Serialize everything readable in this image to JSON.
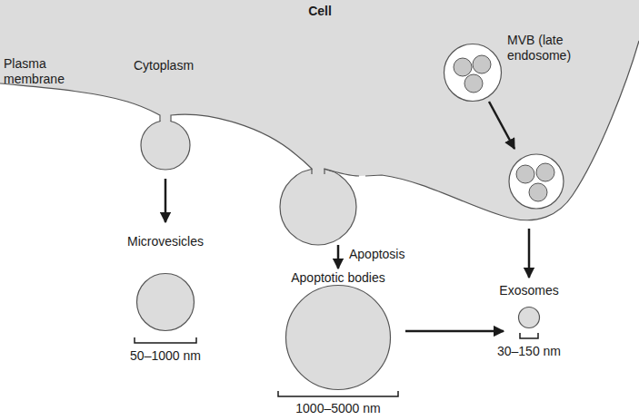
{
  "diagram": {
    "nodes": [
      {
        "text": [
          "MVB (late endosome)"
        ]
      },
      {
        "text": [
          "Microvesicles"
        ]
      },
      {
        "text": [
          "Apoptotic bodies"
        ]
      },
      {
        "text": [
          "Exosomes"
        ]
      }
    ],
    "edges": [
      {
        "from": 2,
        "to": 3,
        "arrow": "to"
      }
    ],
    "labels": [
      "Cell",
      "Plasma membrane",
      "Cytoplasm",
      "Apoptosis",
      "50–1000 nm",
      "1000–5000 nm",
      "30–150 nm"
    ]
  }
}
